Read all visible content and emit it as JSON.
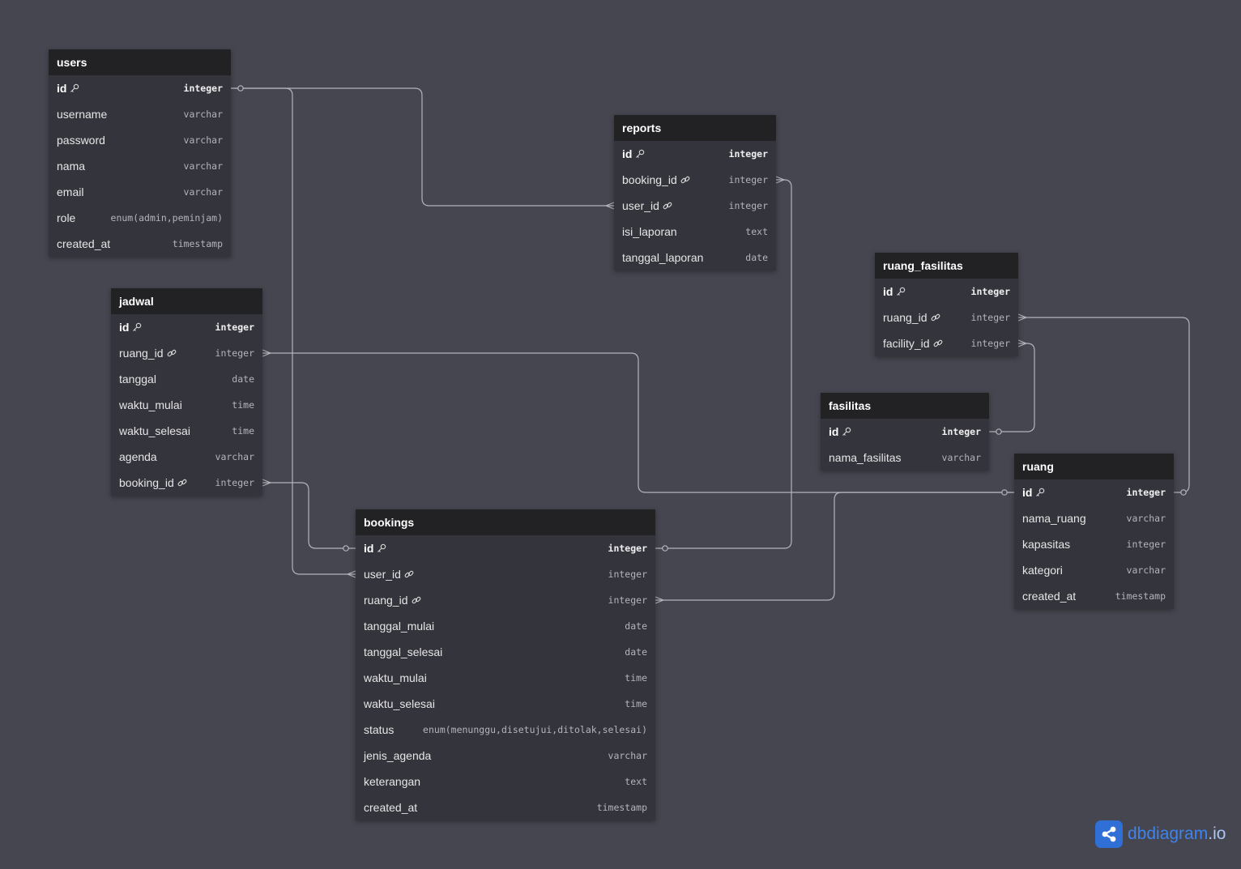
{
  "colors": {
    "background": "#464650",
    "table_header": "#222224",
    "table_body": "#34343c",
    "connector": "#b4b4bc",
    "brand": "#2f6fd6"
  },
  "branding": {
    "name": "dbdiagram",
    "tld": ".io",
    "icon": "share-nodes-icon"
  },
  "tables": [
    {
      "key": "users",
      "name": "users",
      "fields": [
        {
          "name": "id",
          "type": "integer",
          "pk": true
        },
        {
          "name": "username",
          "type": "varchar"
        },
        {
          "name": "password",
          "type": "varchar"
        },
        {
          "name": "nama",
          "type": "varchar"
        },
        {
          "name": "email",
          "type": "varchar"
        },
        {
          "name": "role",
          "type": "enum(admin,peminjam)"
        },
        {
          "name": "created_at",
          "type": "timestamp"
        }
      ]
    },
    {
      "key": "jadwal",
      "name": "jadwal",
      "fields": [
        {
          "name": "id",
          "type": "integer",
          "pk": true
        },
        {
          "name": "ruang_id",
          "type": "integer",
          "fk": true
        },
        {
          "name": "tanggal",
          "type": "date"
        },
        {
          "name": "waktu_mulai",
          "type": "time"
        },
        {
          "name": "waktu_selesai",
          "type": "time"
        },
        {
          "name": "agenda",
          "type": "varchar"
        },
        {
          "name": "booking_id",
          "type": "integer",
          "fk": true
        }
      ]
    },
    {
      "key": "reports",
      "name": "reports",
      "fields": [
        {
          "name": "id",
          "type": "integer",
          "pk": true
        },
        {
          "name": "booking_id",
          "type": "integer",
          "fk": true
        },
        {
          "name": "user_id",
          "type": "integer",
          "fk": true
        },
        {
          "name": "isi_laporan",
          "type": "text"
        },
        {
          "name": "tanggal_laporan",
          "type": "date"
        }
      ]
    },
    {
      "key": "ruang_fasilitas",
      "name": "ruang_fasilitas",
      "fields": [
        {
          "name": "id",
          "type": "integer",
          "pk": true
        },
        {
          "name": "ruang_id",
          "type": "integer",
          "fk": true
        },
        {
          "name": "facility_id",
          "type": "integer",
          "fk": true
        }
      ]
    },
    {
      "key": "fasilitas",
      "name": "fasilitas",
      "fields": [
        {
          "name": "id",
          "type": "integer",
          "pk": true
        },
        {
          "name": "nama_fasilitas",
          "type": "varchar"
        }
      ]
    },
    {
      "key": "ruang",
      "name": "ruang",
      "fields": [
        {
          "name": "id",
          "type": "integer",
          "pk": true
        },
        {
          "name": "nama_ruang",
          "type": "varchar"
        },
        {
          "name": "kapasitas",
          "type": "integer"
        },
        {
          "name": "kategori",
          "type": "varchar"
        },
        {
          "name": "created_at",
          "type": "timestamp"
        }
      ]
    },
    {
      "key": "bookings",
      "name": "bookings",
      "fields": [
        {
          "name": "id",
          "type": "integer",
          "pk": true
        },
        {
          "name": "user_id",
          "type": "integer",
          "fk": true
        },
        {
          "name": "ruang_id",
          "type": "integer",
          "fk": true
        },
        {
          "name": "tanggal_mulai",
          "type": "date"
        },
        {
          "name": "tanggal_selesai",
          "type": "date"
        },
        {
          "name": "waktu_mulai",
          "type": "time"
        },
        {
          "name": "waktu_selesai",
          "type": "time"
        },
        {
          "name": "status",
          "type": "enum(menunggu,disetujui,ditolak,selesai)"
        },
        {
          "name": "jenis_agenda",
          "type": "varchar"
        },
        {
          "name": "keterangan",
          "type": "text"
        },
        {
          "name": "created_at",
          "type": "timestamp"
        }
      ]
    }
  ],
  "relationships": [
    {
      "from": "users.id",
      "to": "reports.user_id",
      "cardinality": "one-to-many"
    },
    {
      "from": "users.id",
      "to": "bookings.user_id",
      "cardinality": "one-to-many"
    },
    {
      "from": "bookings.id",
      "to": "jadwal.booking_id",
      "cardinality": "one-to-many"
    },
    {
      "from": "bookings.id",
      "to": "reports.booking_id",
      "cardinality": "one-to-many"
    },
    {
      "from": "ruang.id",
      "to": "jadwal.ruang_id",
      "cardinality": "one-to-many"
    },
    {
      "from": "ruang.id",
      "to": "bookings.ruang_id",
      "cardinality": "one-to-many"
    },
    {
      "from": "ruang.id",
      "to": "ruang_fasilitas.ruang_id",
      "cardinality": "one-to-many"
    },
    {
      "from": "fasilitas.id",
      "to": "ruang_fasilitas.facility_id",
      "cardinality": "one-to-many"
    }
  ]
}
